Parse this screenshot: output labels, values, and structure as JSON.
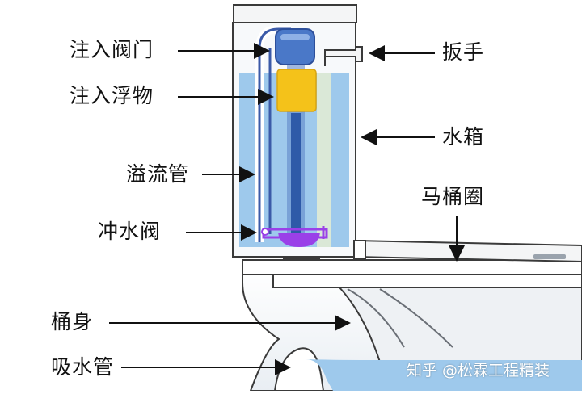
{
  "labels": {
    "fill_valve": "注入阀门",
    "float": "注入浮物",
    "overflow_tube": "溢流管",
    "flush_valve": "冲水阀",
    "bowl": "桶身",
    "trapway": "吸水管",
    "handle": "扳手",
    "tank": "水箱",
    "seat": "马桶圈"
  },
  "watermark": "知乎 @松霖工程精装",
  "colors": {
    "water": "#9ec9ec",
    "float": "#f4c21a",
    "valve": "#4a78c8",
    "flapper": "#9a40e8",
    "outline": "#3a3a3a",
    "arrow": "#111111"
  }
}
